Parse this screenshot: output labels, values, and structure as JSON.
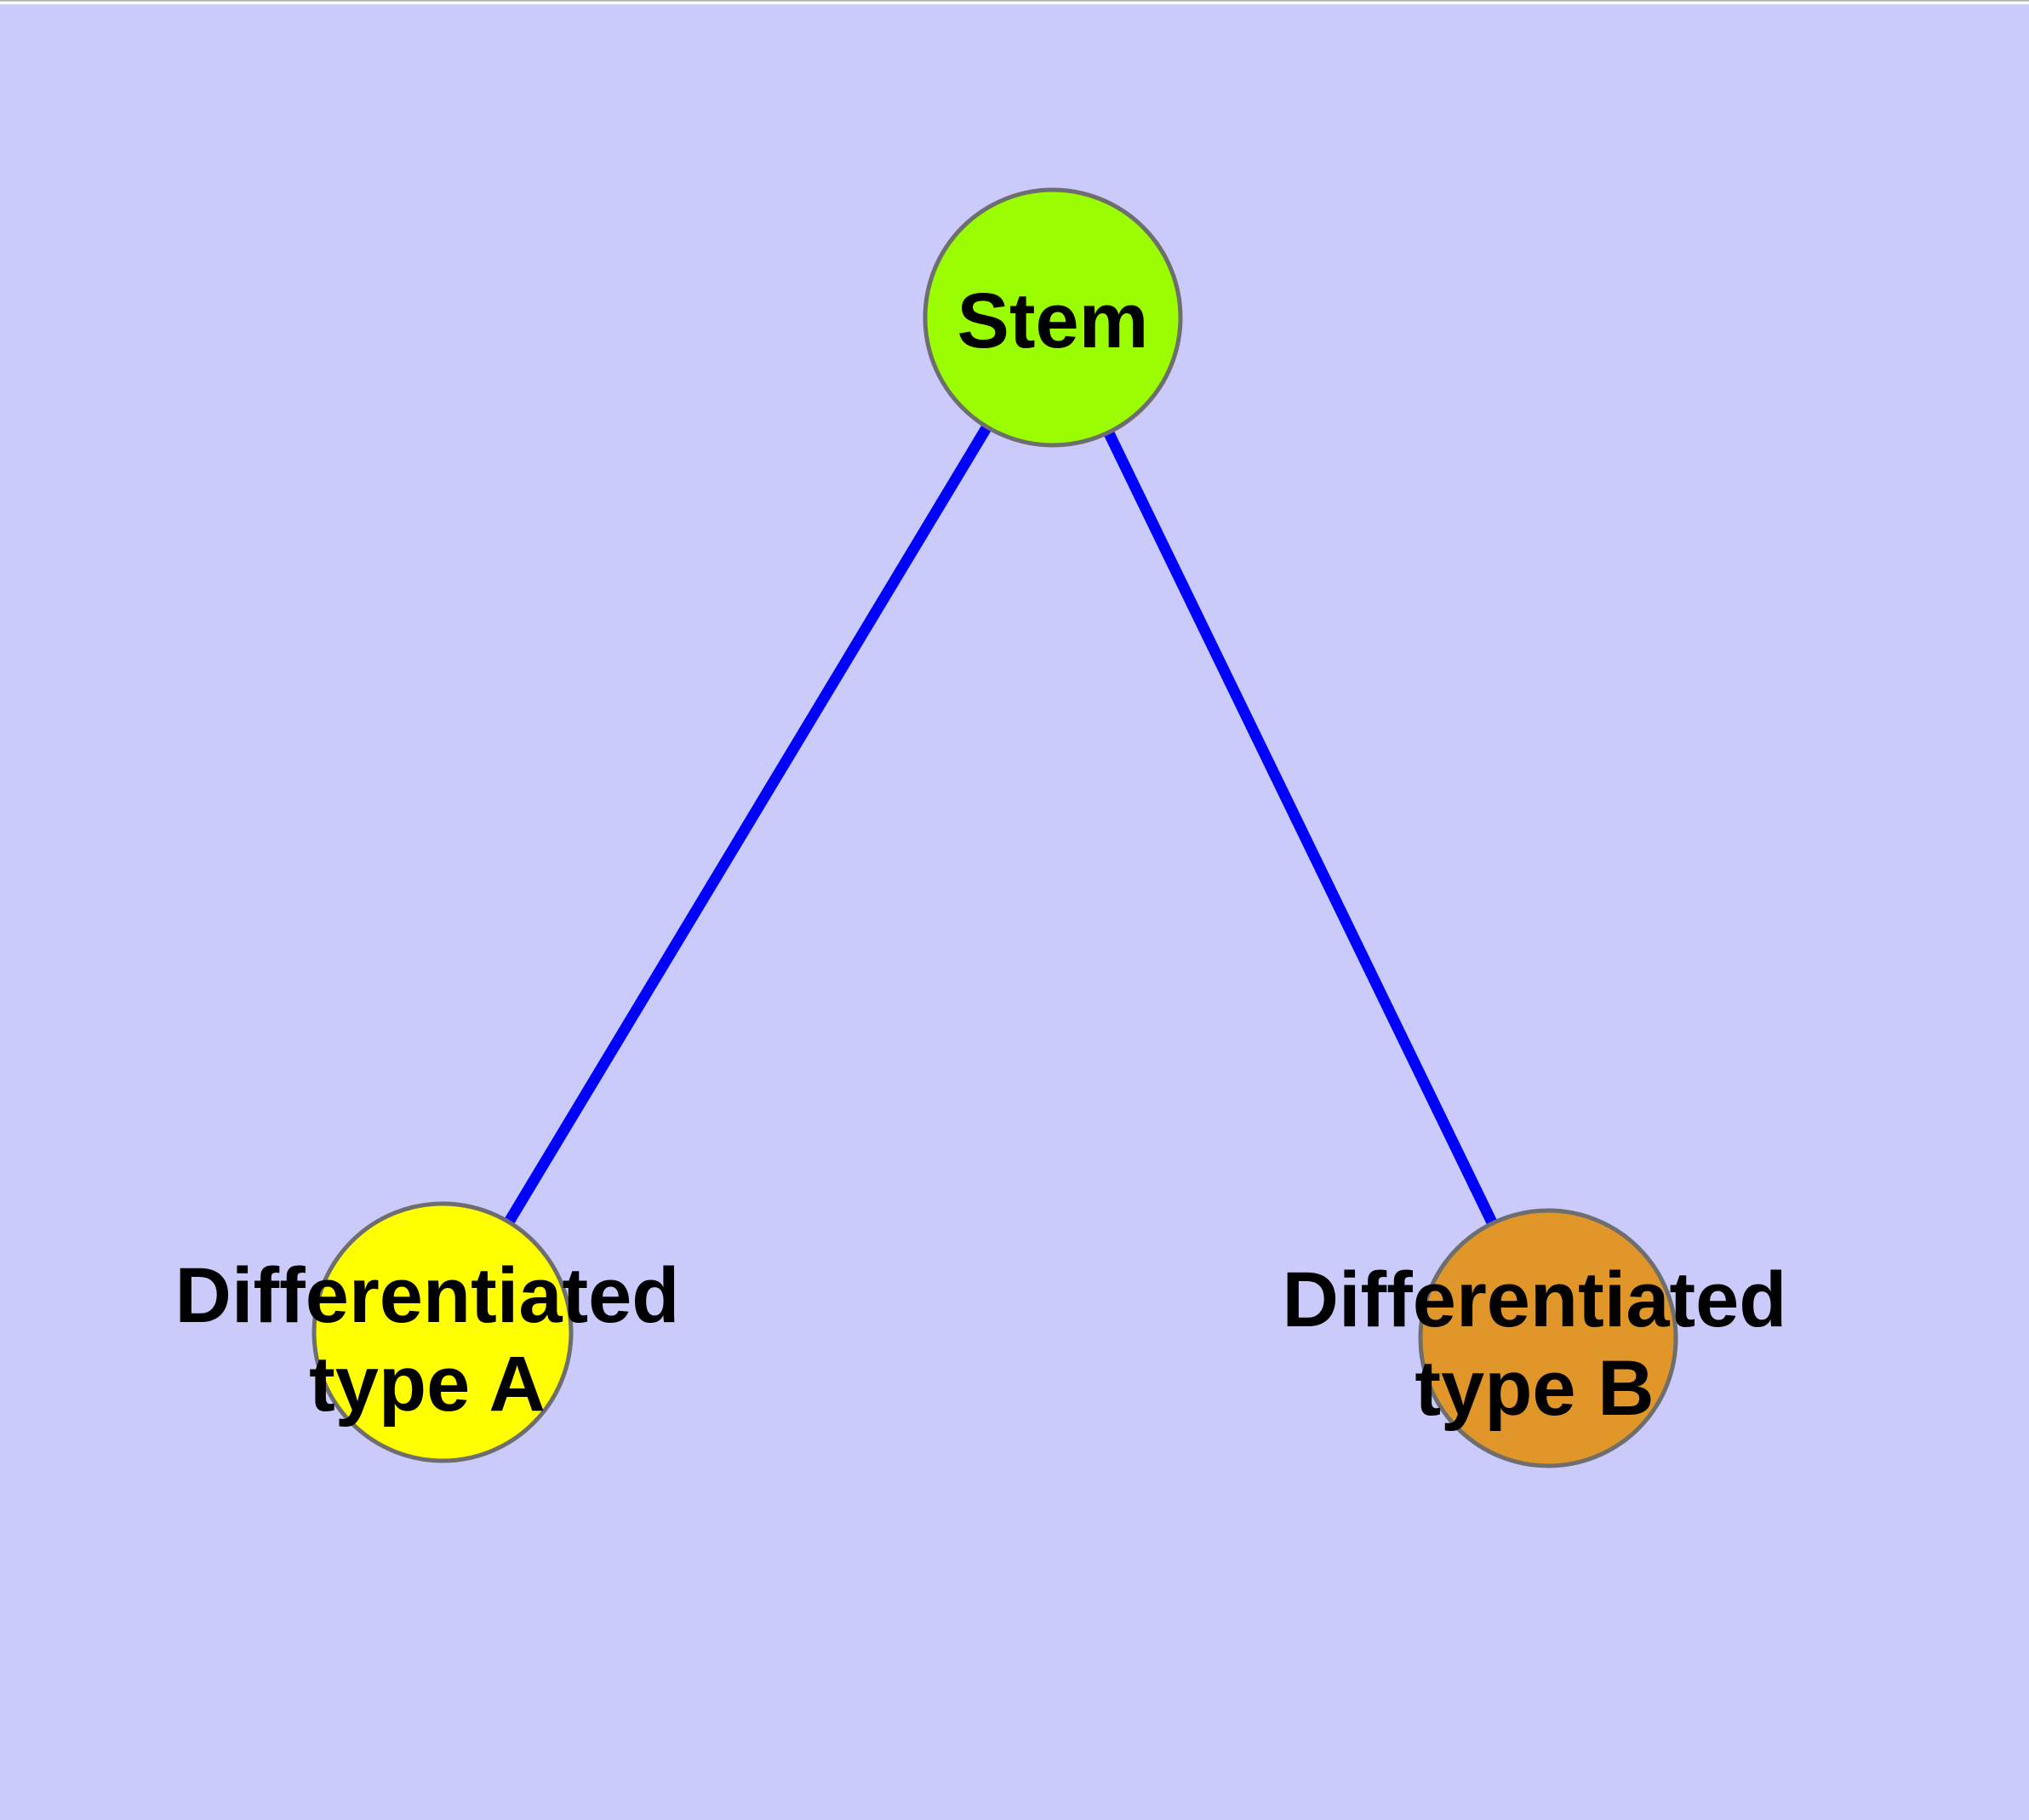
{
  "diagram": {
    "background_color": "#CACAFB",
    "top_margin_color": "#FFFFFF",
    "top_border_color": "#ABABAB",
    "edge_color": "#0000FF",
    "node_border_color": "#6E6E6E",
    "label_color": "#000000",
    "nodes": [
      {
        "id": "stem",
        "label": "Stem",
        "lines": [
          "Stem"
        ],
        "fill": "#9BFE00"
      },
      {
        "id": "differentiated-type-a",
        "label": "Differentiated type A",
        "lines": [
          "Differentiated",
          "type A"
        ],
        "fill": "#FFFF00"
      },
      {
        "id": "differentiated-type-b",
        "label": "Differentiated type B",
        "lines": [
          "Differentiated",
          "type B"
        ],
        "fill": "#E1962A"
      }
    ],
    "edges": [
      {
        "from": "Stem",
        "to": "Differentiated type A"
      },
      {
        "from": "Stem",
        "to": "Differentiated type B"
      }
    ]
  }
}
